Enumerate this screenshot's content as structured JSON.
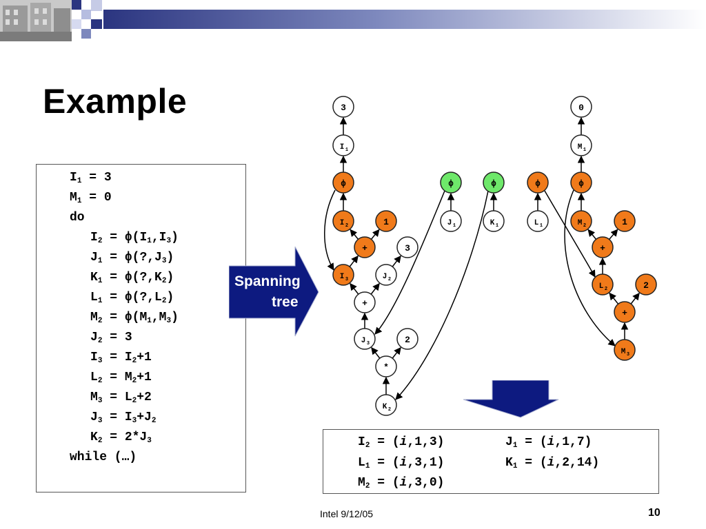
{
  "slide": {
    "title": "Example",
    "footer": "Intel 9/12/05",
    "page_number": "10"
  },
  "colors": {
    "orange": "#f07a1a",
    "green": "#6ee86a",
    "navy": "#0d1a80",
    "header_band": "#7a86b8"
  },
  "code": {
    "lines": [
      {
        "segs": [
          [
            "I",
            ""
          ],
          [
            "1",
            "sub"
          ],
          [
            " = 3",
            ""
          ]
        ]
      },
      {
        "segs": [
          [
            "M",
            ""
          ],
          [
            "1",
            "sub"
          ],
          [
            " = 0",
            ""
          ]
        ]
      },
      {
        "segs": [
          [
            "do",
            ""
          ]
        ]
      },
      {
        "segs": [
          [
            "I",
            ""
          ],
          [
            "2",
            "sub"
          ],
          [
            " = ",
            ""
          ],
          [
            "ϕ",
            ""
          ],
          [
            "(I",
            ""
          ],
          [
            "1",
            "sub"
          ],
          [
            ",I",
            ""
          ],
          [
            "3",
            "sub"
          ],
          [
            ")",
            ""
          ]
        ]
      },
      {
        "segs": [
          [
            "J",
            ""
          ],
          [
            "1",
            "sub"
          ],
          [
            " = ",
            ""
          ],
          [
            "ϕ",
            ""
          ],
          [
            "(?,J",
            ""
          ],
          [
            "3",
            "sub"
          ],
          [
            ")",
            ""
          ]
        ]
      },
      {
        "segs": [
          [
            "K",
            ""
          ],
          [
            "1",
            "sub"
          ],
          [
            " = ",
            ""
          ],
          [
            "ϕ",
            ""
          ],
          [
            "(?,K",
            ""
          ],
          [
            "2",
            "sub"
          ],
          [
            ")",
            ""
          ]
        ]
      },
      {
        "segs": [
          [
            "L",
            ""
          ],
          [
            "1",
            "sub"
          ],
          [
            " = ",
            ""
          ],
          [
            "ϕ",
            ""
          ],
          [
            "(?,L",
            ""
          ],
          [
            "2",
            "sub"
          ],
          [
            ")",
            ""
          ]
        ]
      },
      {
        "segs": [
          [
            "M",
            ""
          ],
          [
            "2",
            "sub"
          ],
          [
            " = ",
            ""
          ],
          [
            "ϕ",
            ""
          ],
          [
            "(M",
            ""
          ],
          [
            "1",
            "sub"
          ],
          [
            ",M",
            ""
          ],
          [
            "3",
            "sub"
          ],
          [
            ")",
            ""
          ]
        ]
      },
      {
        "segs": [
          [
            "J",
            ""
          ],
          [
            "2",
            "sub"
          ],
          [
            " = 3",
            ""
          ]
        ]
      },
      {
        "segs": [
          [
            "I",
            ""
          ],
          [
            "3",
            "sub"
          ],
          [
            " = I",
            ""
          ],
          [
            "2",
            "sub"
          ],
          [
            "+1",
            ""
          ]
        ]
      },
      {
        "segs": [
          [
            "L",
            ""
          ],
          [
            "2",
            "sub"
          ],
          [
            " = M",
            ""
          ],
          [
            "2",
            "sub"
          ],
          [
            "+1",
            ""
          ]
        ]
      },
      {
        "segs": [
          [
            "M",
            ""
          ],
          [
            "3",
            "sub"
          ],
          [
            " = L",
            ""
          ],
          [
            "2",
            "sub"
          ],
          [
            "+2",
            ""
          ]
        ]
      },
      {
        "segs": [
          [
            "J",
            ""
          ],
          [
            "3",
            "sub"
          ],
          [
            " = I",
            ""
          ],
          [
            "3",
            "sub"
          ],
          [
            "+J",
            ""
          ],
          [
            "2",
            "sub"
          ]
        ]
      },
      {
        "segs": [
          [
            "K",
            ""
          ],
          [
            "2",
            "sub"
          ],
          [
            " = 2*J",
            ""
          ],
          [
            "3",
            "sub"
          ]
        ]
      },
      {
        "segs": [
          [
            "while (…)",
            ""
          ]
        ]
      }
    ]
  },
  "spanning_tree_label": [
    "Spanning",
    "tree"
  ],
  "results": [
    {
      "segs": [
        [
          "I",
          ""
        ],
        [
          "2",
          "sub"
        ],
        [
          " = (",
          ""
        ],
        [
          "i",
          "ital"
        ],
        [
          ",1,3)",
          ""
        ]
      ]
    },
    {
      "segs": [
        [
          "J",
          ""
        ],
        [
          "1",
          "sub"
        ],
        [
          " = (",
          ""
        ],
        [
          "i",
          "ital"
        ],
        [
          ",1,7)",
          ""
        ]
      ]
    },
    {
      "segs": [
        [
          "L",
          ""
        ],
        [
          "1",
          "sub"
        ],
        [
          " = (",
          ""
        ],
        [
          "i",
          "ital"
        ],
        [
          ",3,1)",
          ""
        ]
      ]
    },
    {
      "segs": [
        [
          "K",
          ""
        ],
        [
          "1",
          "sub"
        ],
        [
          " = (",
          ""
        ],
        [
          "i",
          "ital"
        ],
        [
          ",2,14)",
          ""
        ]
      ]
    },
    {
      "segs": [
        [
          "M",
          ""
        ],
        [
          "2",
          "sub"
        ],
        [
          " = (",
          ""
        ],
        [
          "i",
          "ital"
        ],
        [
          ",3,0)",
          ""
        ]
      ]
    }
  ],
  "graph": {
    "nodes": [
      {
        "id": "c3a",
        "label": "3",
        "sub": "",
        "color": "white"
      },
      {
        "id": "I1",
        "label": "I",
        "sub": "1",
        "color": "white"
      },
      {
        "id": "phiI",
        "label": "ϕ",
        "sub": "",
        "color": "orange"
      },
      {
        "id": "I2",
        "label": "I",
        "sub": "2",
        "color": "orange"
      },
      {
        "id": "c1a",
        "label": "1",
        "sub": "",
        "color": "orange"
      },
      {
        "id": "plusA",
        "label": "+",
        "sub": "",
        "color": "orange"
      },
      {
        "id": "I3",
        "label": "I",
        "sub": "3",
        "color": "orange"
      },
      {
        "id": "c3b",
        "label": "3",
        "sub": "",
        "color": "white"
      },
      {
        "id": "J2",
        "label": "J",
        "sub": "2",
        "color": "white"
      },
      {
        "id": "plusB",
        "label": "+",
        "sub": "",
        "color": "white"
      },
      {
        "id": "J3",
        "label": "J",
        "sub": "3",
        "color": "white"
      },
      {
        "id": "c2a",
        "label": "2",
        "sub": "",
        "color": "white"
      },
      {
        "id": "mul",
        "label": "*",
        "sub": "",
        "color": "white"
      },
      {
        "id": "K2",
        "label": "K",
        "sub": "2",
        "color": "white"
      },
      {
        "id": "phiJ",
        "label": "ϕ",
        "sub": "",
        "color": "green"
      },
      {
        "id": "J1",
        "label": "J",
        "sub": "1",
        "color": "white"
      },
      {
        "id": "phiK",
        "label": "ϕ",
        "sub": "",
        "color": "green"
      },
      {
        "id": "K1",
        "label": "K",
        "sub": "1",
        "color": "white"
      },
      {
        "id": "phiL",
        "label": "ϕ",
        "sub": "",
        "color": "orange"
      },
      {
        "id": "L1",
        "label": "L",
        "sub": "1",
        "color": "white"
      },
      {
        "id": "c0",
        "label": "0",
        "sub": "",
        "color": "white"
      },
      {
        "id": "M1",
        "label": "M",
        "sub": "1",
        "color": "white"
      },
      {
        "id": "phiM",
        "label": "ϕ",
        "sub": "",
        "color": "orange"
      },
      {
        "id": "M2",
        "label": "M",
        "sub": "2",
        "color": "orange"
      },
      {
        "id": "c1b",
        "label": "1",
        "sub": "",
        "color": "orange"
      },
      {
        "id": "plusC",
        "label": "+",
        "sub": "",
        "color": "orange"
      },
      {
        "id": "L2",
        "label": "L",
        "sub": "2",
        "color": "orange"
      },
      {
        "id": "c2b",
        "label": "2",
        "sub": "",
        "color": "orange"
      },
      {
        "id": "plusD",
        "label": "+",
        "sub": "",
        "color": "orange"
      },
      {
        "id": "M3",
        "label": "M",
        "sub": "3",
        "color": "orange"
      }
    ],
    "edges": [
      {
        "from": "I1",
        "to": "c3a"
      },
      {
        "from": "phiI",
        "to": "I1"
      },
      {
        "from": "I2",
        "to": "phiI"
      },
      {
        "from": "plusA",
        "to": "I2"
      },
      {
        "from": "plusA",
        "to": "c1a"
      },
      {
        "from": "I3",
        "to": "plusA"
      },
      {
        "from": "phiI",
        "to": "I3"
      },
      {
        "from": "J2",
        "to": "c3b"
      },
      {
        "from": "plusB",
        "to": "I3"
      },
      {
        "from": "plusB",
        "to": "J2"
      },
      {
        "from": "J3",
        "to": "plusB"
      },
      {
        "from": "mul",
        "to": "J3"
      },
      {
        "from": "mul",
        "to": "c2a"
      },
      {
        "from": "K2",
        "to": "mul"
      },
      {
        "from": "J1",
        "to": "phiJ"
      },
      {
        "from": "phiJ",
        "to": "J3"
      },
      {
        "from": "K1",
        "to": "phiK"
      },
      {
        "from": "phiK",
        "to": "K2"
      },
      {
        "from": "L1",
        "to": "phiL"
      },
      {
        "from": "phiL",
        "to": "L2"
      },
      {
        "from": "M1",
        "to": "c0"
      },
      {
        "from": "phiM",
        "to": "M1"
      },
      {
        "from": "M2",
        "to": "phiM"
      },
      {
        "from": "plusC",
        "to": "M2"
      },
      {
        "from": "plusC",
        "to": "c1b"
      },
      {
        "from": "L2",
        "to": "plusC"
      },
      {
        "from": "plusD",
        "to": "L2"
      },
      {
        "from": "plusD",
        "to": "c2b"
      },
      {
        "from": "M3",
        "to": "plusD"
      },
      {
        "from": "phiM",
        "to": "M3"
      }
    ]
  }
}
